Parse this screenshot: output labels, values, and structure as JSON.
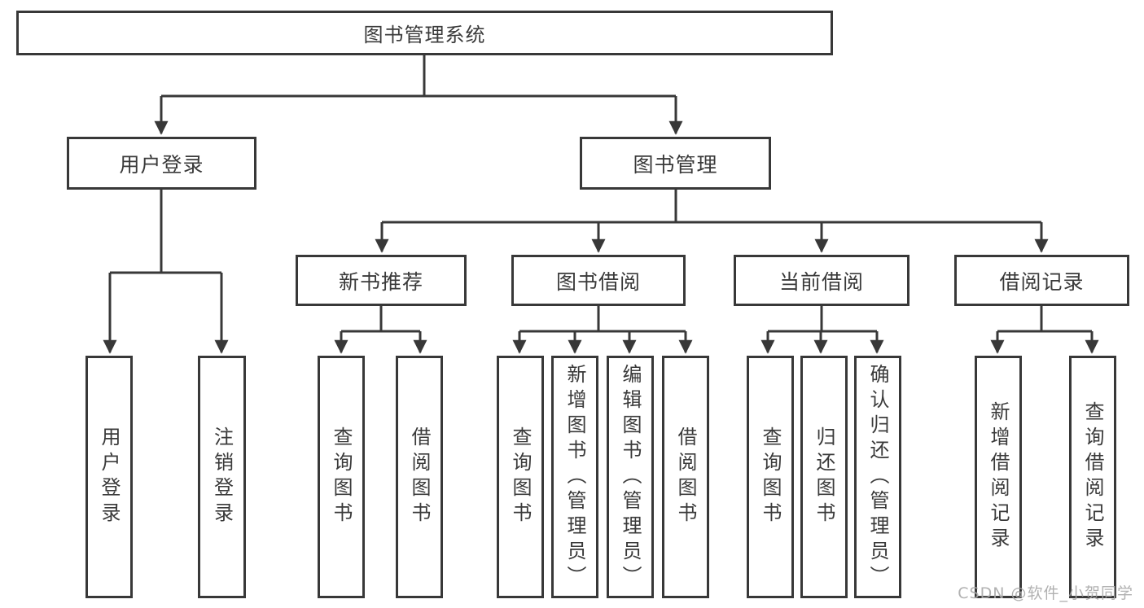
{
  "diagram": {
    "root": {
      "label": "图书管理系统"
    },
    "branches": [
      {
        "label": "用户登录",
        "children": [
          {
            "label": "用户登录"
          },
          {
            "label": "注销登录"
          }
        ]
      },
      {
        "label": "图书管理",
        "children": [
          {
            "label": "新书推荐",
            "children": [
              {
                "label": "查询图书"
              },
              {
                "label": "借阅图书"
              }
            ]
          },
          {
            "label": "图书借阅",
            "children": [
              {
                "label": "查询图书"
              },
              {
                "label": "新增图书（管理员）"
              },
              {
                "label": "编辑图书（管理员）"
              },
              {
                "label": "借阅图书"
              }
            ]
          },
          {
            "label": "当前借阅",
            "children": [
              {
                "label": "查询图书"
              },
              {
                "label": "归还图书"
              },
              {
                "label": "确认归还（管理员）"
              }
            ]
          },
          {
            "label": "借阅记录",
            "children": [
              {
                "label": "新增借阅记录"
              },
              {
                "label": "查询借阅记录"
              }
            ]
          }
        ]
      }
    ]
  },
  "watermark": {
    "text": "CSDN @软件_小贺同学"
  },
  "colors": {
    "line": "#383838",
    "text": "#3a3a3a",
    "watermark": "#a8a8a8",
    "background": "#ffffff"
  }
}
